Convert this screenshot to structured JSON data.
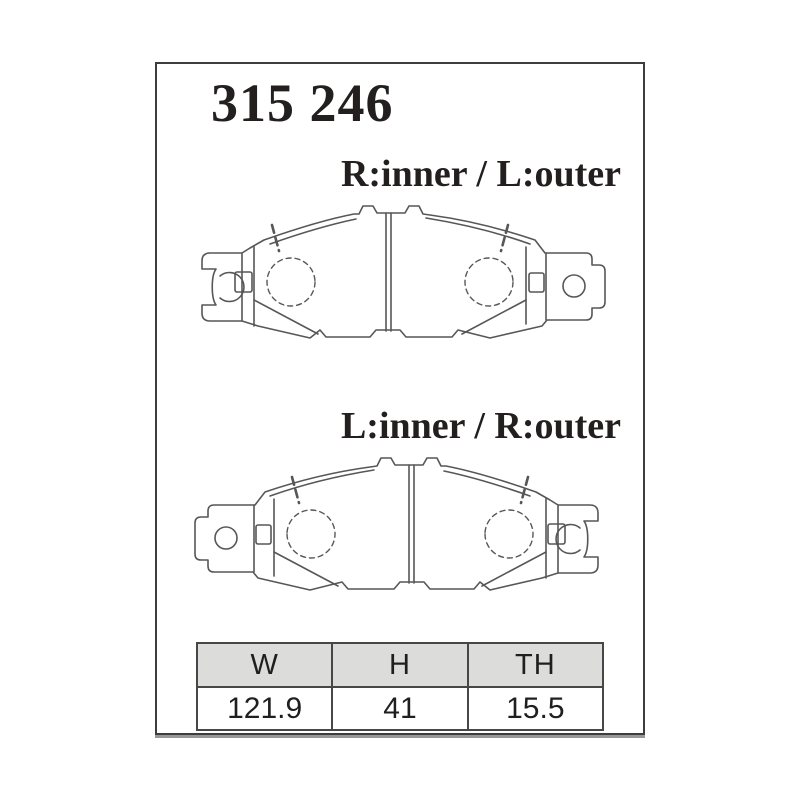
{
  "frame": {
    "part_number": "315 246",
    "orientation_labels": {
      "top_diagram": "R:inner / L:outer",
      "bottom_diagram": "L:inner / R:outer"
    },
    "spec_table": {
      "headers": [
        "W",
        "H",
        "TH"
      ],
      "rows": [
        [
          "121.9",
          "41",
          "15.5"
        ]
      ]
    },
    "colors": {
      "drawing_line": "#575757",
      "table_header_bg": "#dcdcda",
      "table_border": "#474747",
      "text": "#241f1f",
      "frame_border": "#3d3d3d",
      "background": "#ffffff"
    }
  }
}
